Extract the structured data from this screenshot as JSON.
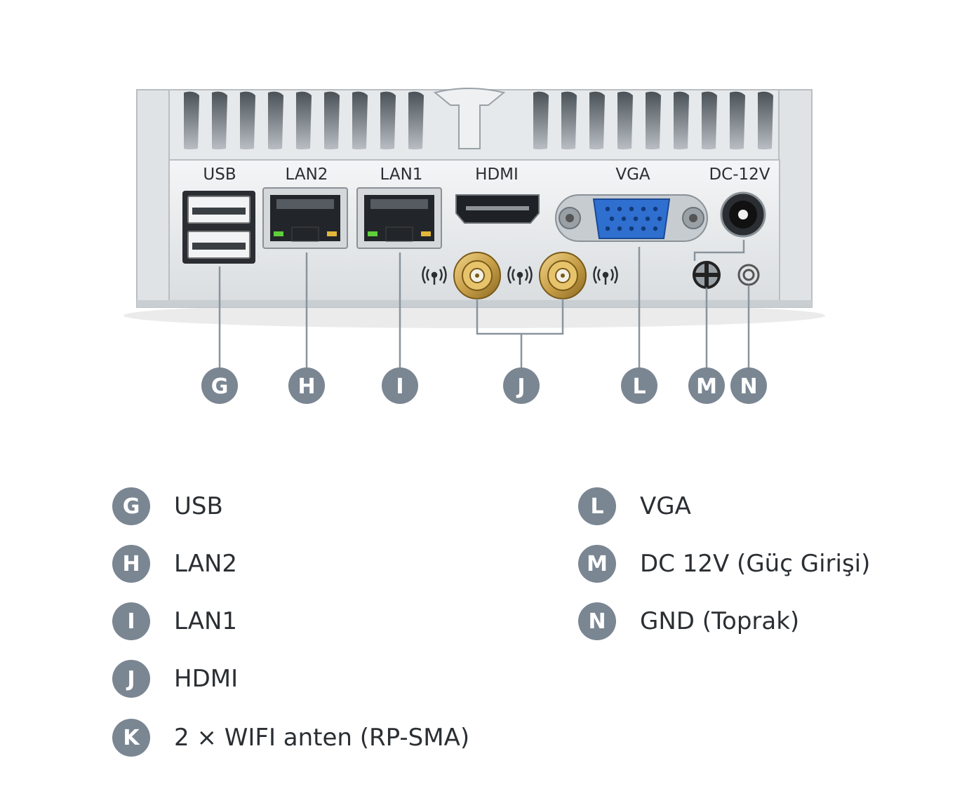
{
  "port_labels": {
    "usb": "USB",
    "lan2": "LAN2",
    "lan1": "LAN1",
    "hdmi": "HDMI",
    "vga": "VGA",
    "dc": "DC-12V"
  },
  "callouts": {
    "g": "G",
    "h": "H",
    "i": "I",
    "j": "J",
    "l": "L",
    "m": "M",
    "n": "N"
  },
  "legend": {
    "left": [
      {
        "letter": "G",
        "text": "USB"
      },
      {
        "letter": "H",
        "text": "LAN2"
      },
      {
        "letter": "I",
        "text": "LAN1"
      },
      {
        "letter": "J",
        "text": "HDMI"
      },
      {
        "letter": "K",
        "text": "2 × WIFI anten (RP-SMA)"
      }
    ],
    "right": [
      {
        "letter": "L",
        "text": "VGA"
      },
      {
        "letter": "M",
        "text": "DC 12V (Güç Girişi)"
      },
      {
        "letter": "N",
        "text": "GND (Toprak)"
      }
    ]
  },
  "colors": {
    "badge": "#7a8692",
    "vga_blue": "#2f6fd0",
    "antenna_gold": "#c9a04a",
    "chassis": "#e9ecee"
  }
}
